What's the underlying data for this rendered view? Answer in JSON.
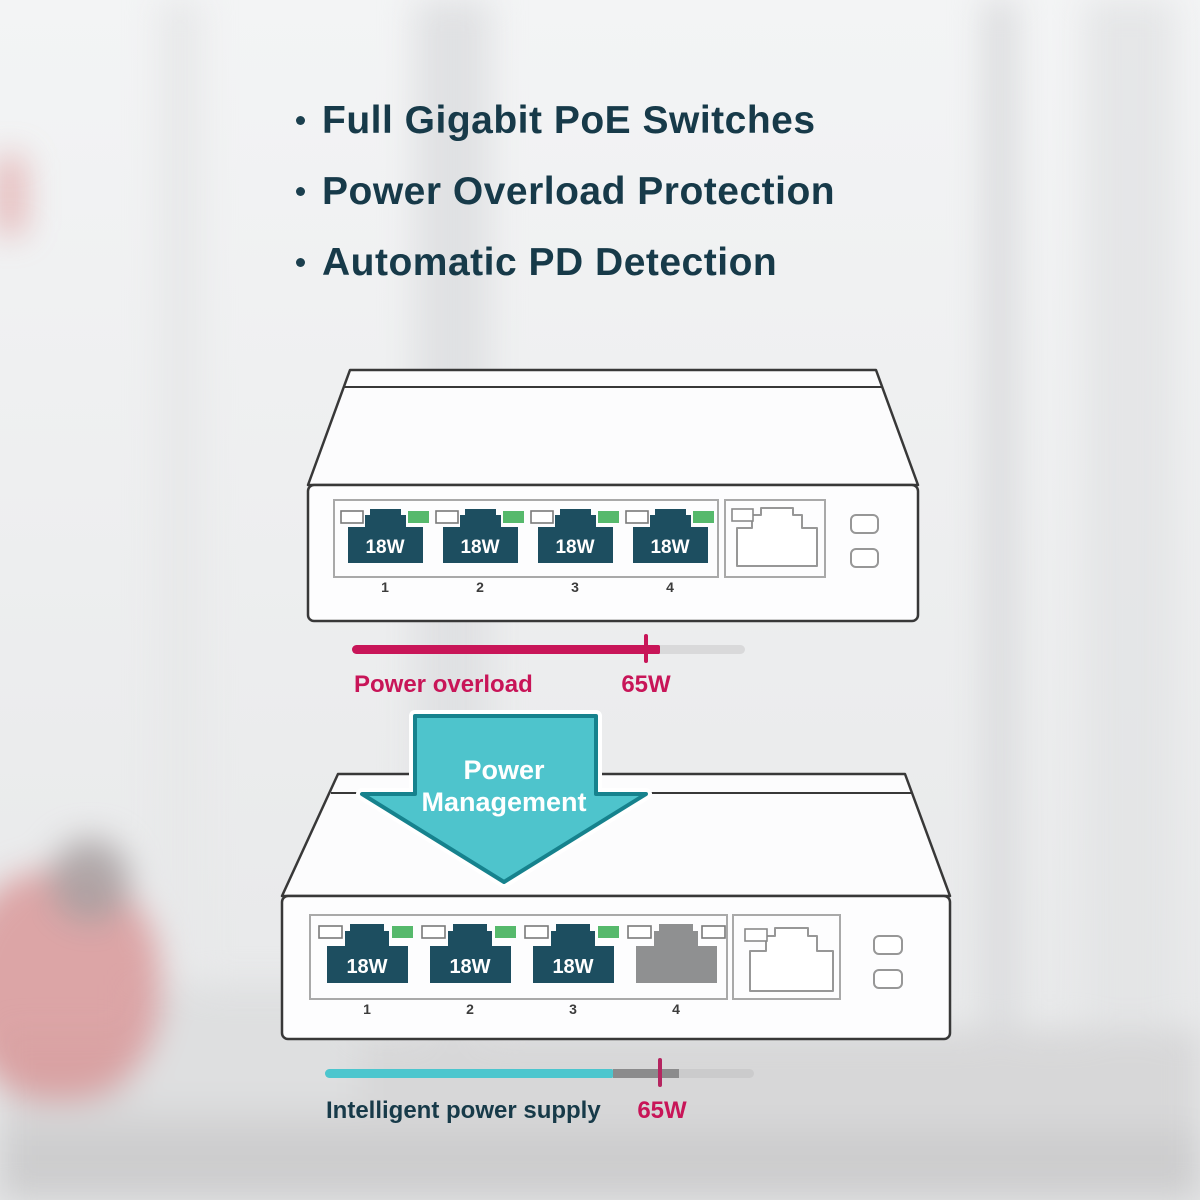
{
  "features": {
    "items": [
      {
        "label": "Full Gigabit PoE Switches"
      },
      {
        "label": "Power Overload Protection"
      },
      {
        "label": "Automatic PD Detection"
      }
    ]
  },
  "switch_before": {
    "ports": [
      {
        "number": "1",
        "power_label": "18W",
        "state": "active"
      },
      {
        "number": "2",
        "power_label": "18W",
        "state": "active"
      },
      {
        "number": "3",
        "power_label": "18W",
        "state": "active"
      },
      {
        "number": "4",
        "power_label": "18W",
        "state": "active"
      }
    ]
  },
  "overload_bar": {
    "label": "Power overload",
    "threshold_label": "65W",
    "fill_percent": 78,
    "threshold_percent": 75
  },
  "power_arrow": {
    "line1": "Power",
    "line2": "Management"
  },
  "switch_after": {
    "ports": [
      {
        "number": "1",
        "power_label": "18W",
        "state": "active"
      },
      {
        "number": "2",
        "power_label": "18W",
        "state": "active"
      },
      {
        "number": "3",
        "power_label": "18W",
        "state": "active"
      },
      {
        "number": "4",
        "power_label": "",
        "state": "inactive"
      }
    ]
  },
  "supply_bar": {
    "label": "Intelligent power supply",
    "threshold_label": "65W",
    "fill_percent": 67,
    "reserve_percent": 15,
    "threshold_percent": 78
  },
  "colors": {
    "accent_pink": "#c81558",
    "arrow_teal": "#4ec4cc",
    "arrow_teal_dark": "#16828d",
    "port_teal": "#1d4e60",
    "led_green": "#56b96c",
    "inactive_gray": "#8f9091",
    "headline_navy": "#173a49",
    "supply_teal": "#4cc6ce"
  }
}
